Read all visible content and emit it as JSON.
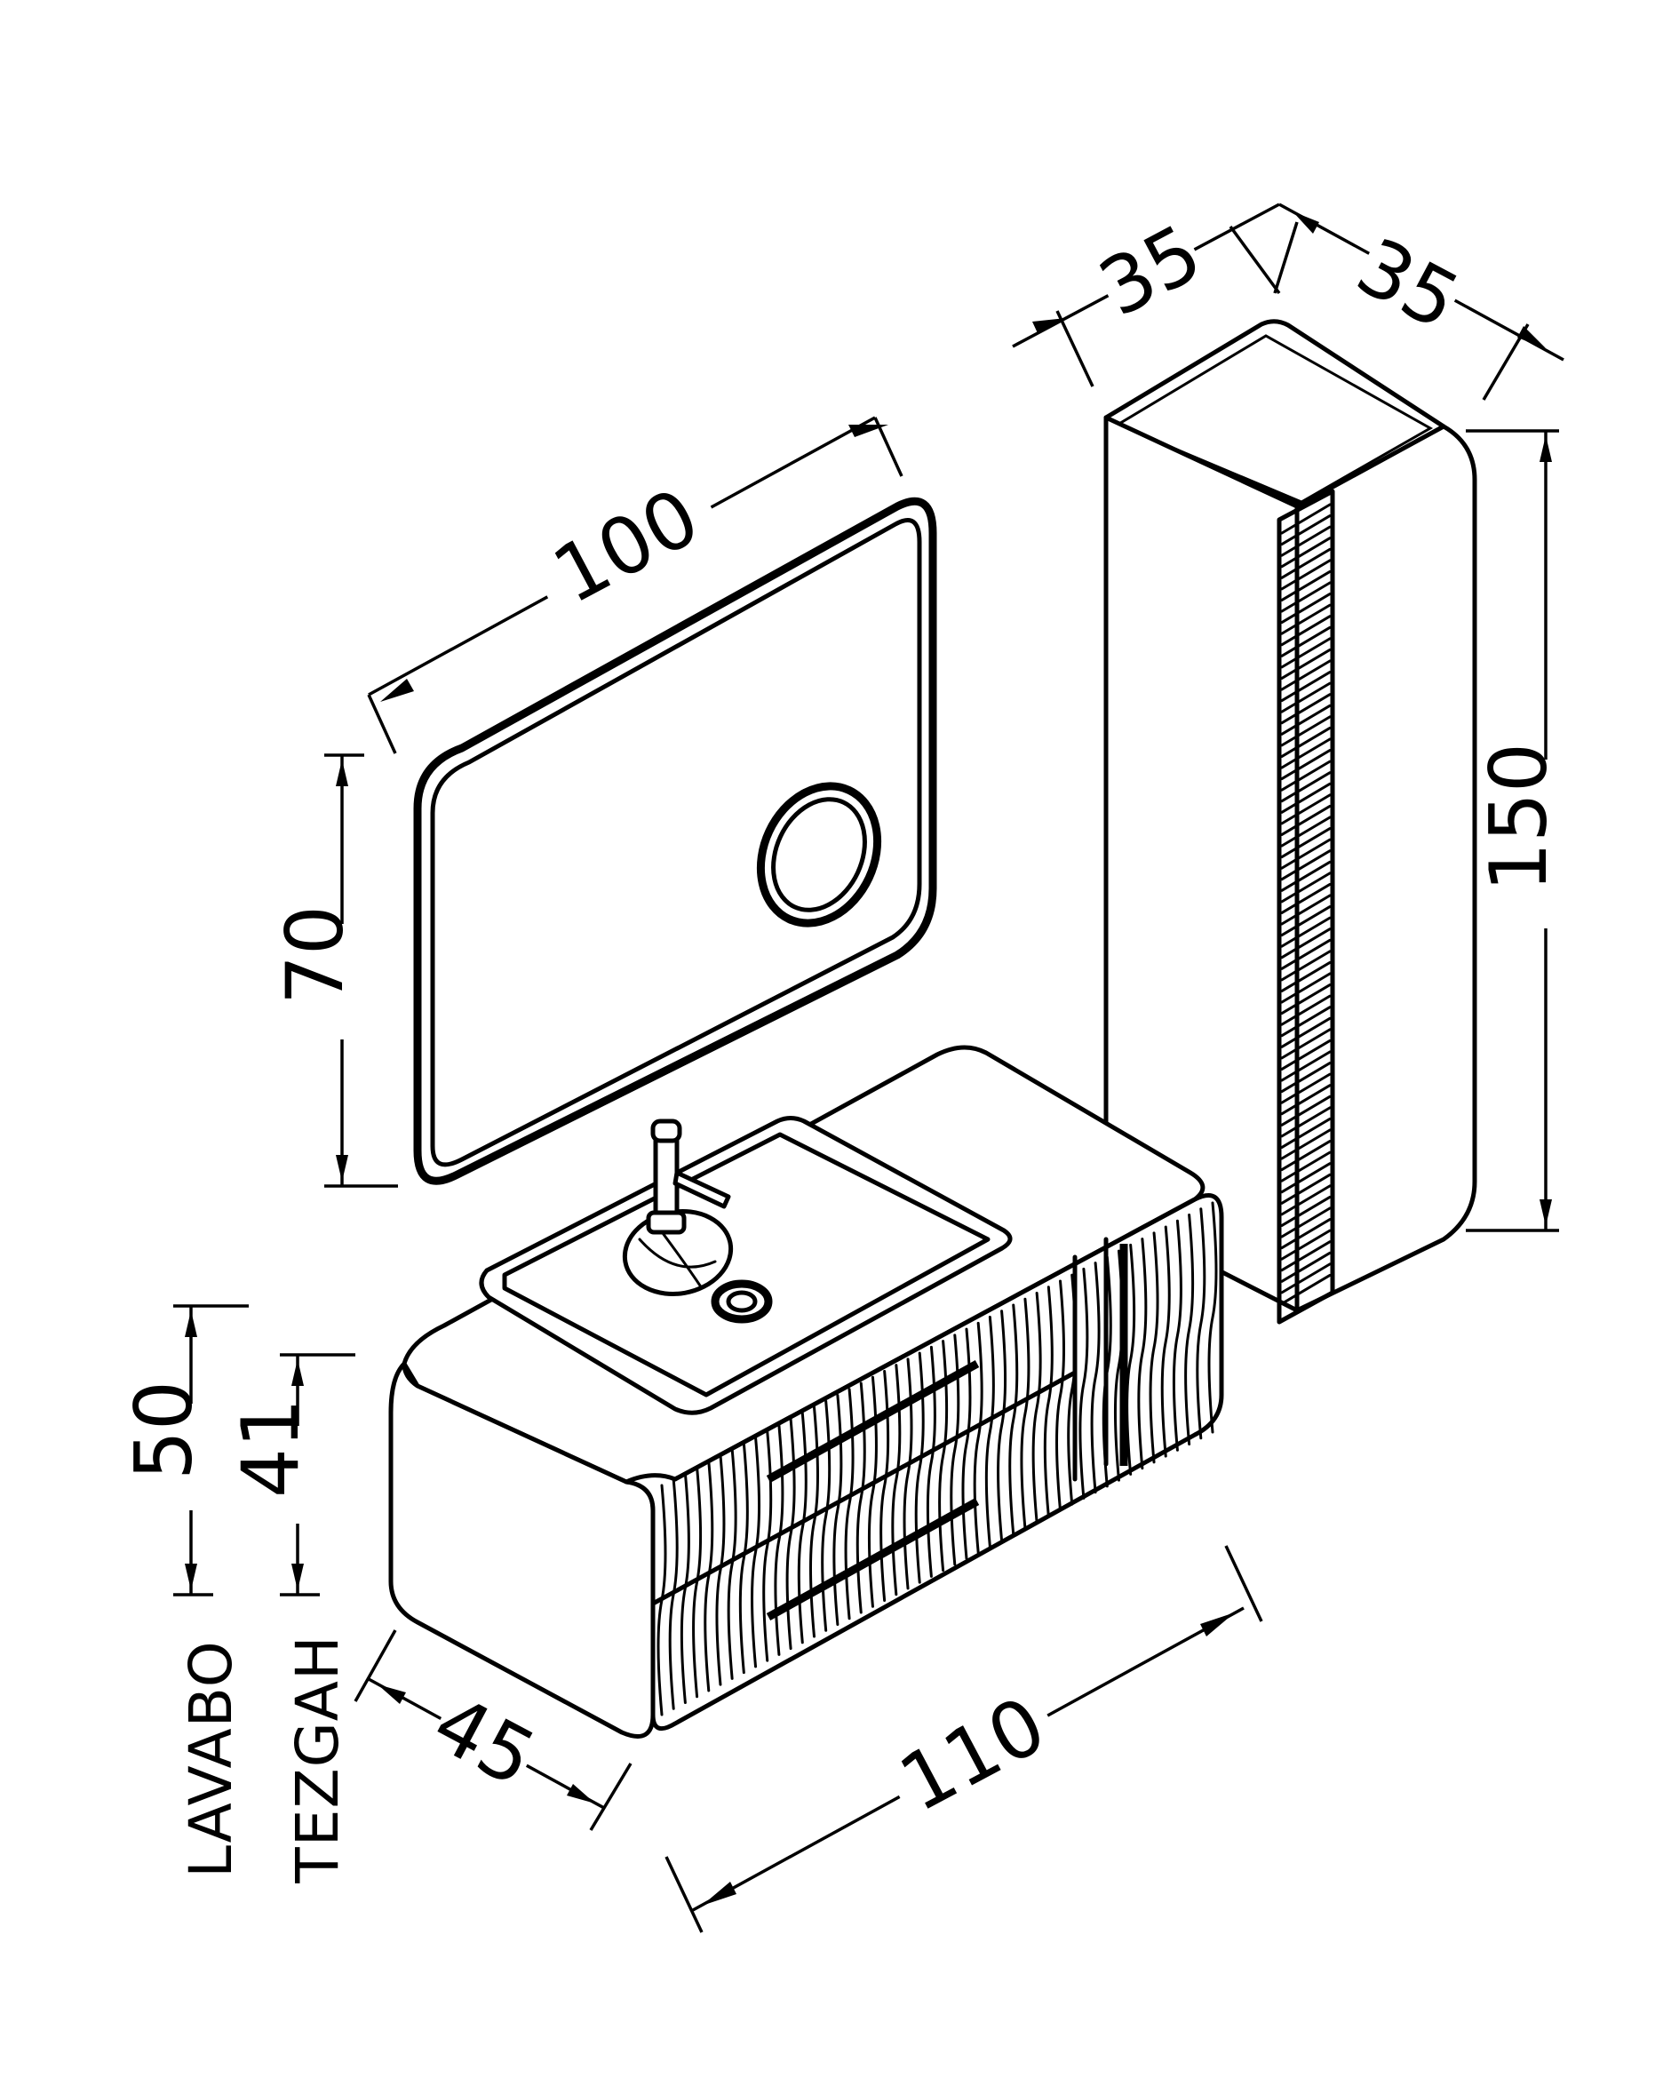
{
  "dimensions": {
    "mirror_width": "100",
    "mirror_height": "70",
    "cabinet_depth": "35",
    "cabinet_width": "35",
    "cabinet_height": "150",
    "vanity_width": "110",
    "vanity_depth": "45",
    "sink_height": "50",
    "counter_height": "41"
  },
  "labels": {
    "sink": "LAVABO",
    "counter": "TEZGAH"
  },
  "colors": {
    "line": "#000000",
    "background": "#ffffff"
  }
}
